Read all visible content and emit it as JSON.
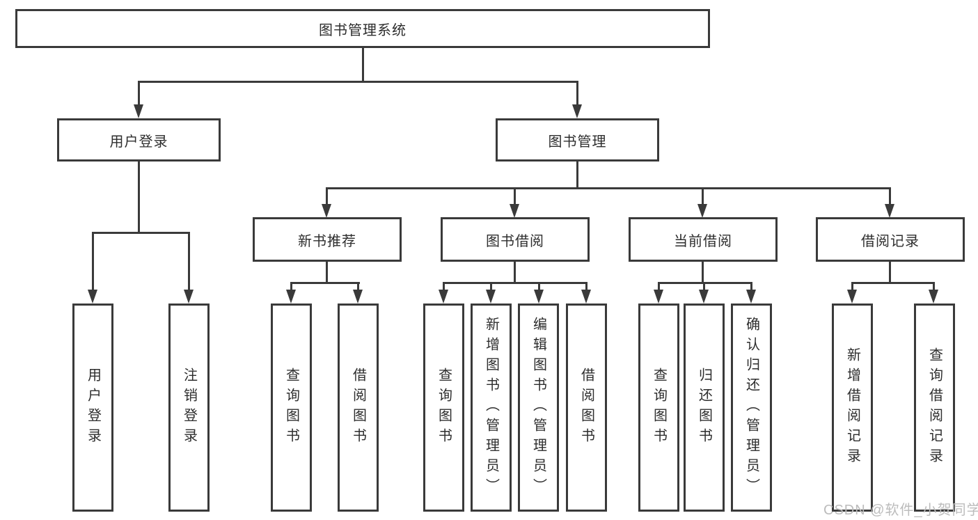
{
  "tree": {
    "root": {
      "label": "图书管理系统"
    },
    "branches": [
      {
        "label": "用户登录",
        "children": [
          {
            "label": "用户登录"
          },
          {
            "label": "注销登录"
          }
        ]
      },
      {
        "label": "图书管理",
        "children": [
          {
            "label": "新书推荐",
            "children": [
              {
                "label": "查询图书"
              },
              {
                "label": "借阅图书"
              }
            ]
          },
          {
            "label": "图书借阅",
            "children": [
              {
                "label": "查询图书"
              },
              {
                "label": "新增图书（管理员）"
              },
              {
                "label": "编辑图书（管理员）"
              },
              {
                "label": "借阅图书"
              }
            ]
          },
          {
            "label": "当前借阅",
            "children": [
              {
                "label": "查询图书"
              },
              {
                "label": "归还图书"
              },
              {
                "label": "确认归还（管理员）"
              }
            ]
          },
          {
            "label": "借阅记录",
            "children": [
              {
                "label": "新增借阅记录"
              },
              {
                "label": "查询借阅记录"
              }
            ]
          }
        ]
      }
    ]
  },
  "watermark": "CSDN @软件_小贺同学",
  "colors": {
    "line": "#3a3a3a",
    "text": "#2d2d2d",
    "watermark": "#bcbcbc",
    "background": "#ffffff"
  }
}
